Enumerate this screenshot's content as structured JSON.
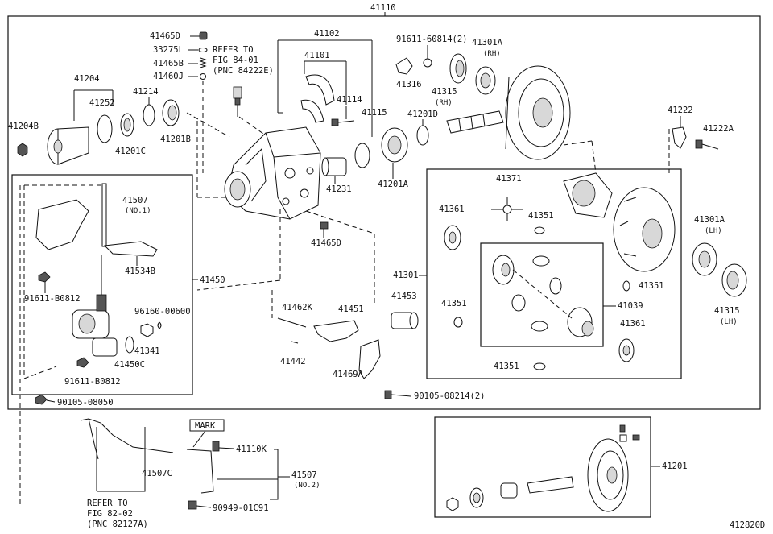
{
  "diagram_code": "412820D",
  "main_assembly": "41110",
  "labels": {
    "p41465D_top": "41465D",
    "p33275L": "33275L",
    "p41465B": "41465B",
    "p41460J": "41460J",
    "refer_fig84_1": "REFER TO",
    "refer_fig84_2": "FIG 84-01",
    "refer_fig84_3": "(PNC 84222E)",
    "p41102": "41102",
    "p41101": "41101",
    "p41114": "41114",
    "p41115": "41115",
    "p91611_60814": "91611-60814(2)",
    "p41316": "41316",
    "p41301A_rh": "41301A",
    "rh_a": "(RH)",
    "p41315_rh": "41315",
    "rh_b": "(RH)",
    "p41201D": "41201D",
    "p41204": "41204",
    "p41252": "41252",
    "p41214": "41214",
    "p41204B": "41204B",
    "p41201C": "41201C",
    "p41201B": "41201B",
    "p41231": "41231",
    "p41201A": "41201A",
    "p41222": "41222",
    "p41222A": "41222A",
    "p41507_n1": "41507",
    "no1": "(NO.1)",
    "p41534B": "41534B",
    "p41450": "41450",
    "p91611_B0812_a": "91611-B0812",
    "p96160_00600": "96160-00600",
    "p41341": "41341",
    "p41450C": "41450C",
    "p91611_B0812_b": "91611-B0812",
    "p90105_08050": "90105-08050",
    "p41465D_mid": "41465D",
    "p41462K": "41462K",
    "p41451": "41451",
    "p41453": "41453",
    "p41442": "41442",
    "p41469A": "41469A",
    "p90105_08214": "90105-08214(2)",
    "p41371": "41371",
    "p41361_a": "41361",
    "p41351_a": "41351",
    "p41301": "41301",
    "p41351_b": "41351",
    "p41039": "41039",
    "p41351_c": "41351",
    "p41361_b": "41361",
    "p41351_d": "41351",
    "p41301A_lh": "41301A",
    "lh_a": "(LH)",
    "p41315_lh": "41315",
    "lh_b": "(LH)",
    "p41507C": "41507C",
    "refer_fig82_1": "REFER TO",
    "refer_fig82_2": "FIG 82-02",
    "refer_fig82_3": "(PNC 82127A)",
    "mark": "MARK",
    "p41110K": "41110K",
    "p41507_n2": "41507",
    "no2": "(NO.2)",
    "p90949_01C91": "90949-01C91",
    "p41201": "41201"
  }
}
